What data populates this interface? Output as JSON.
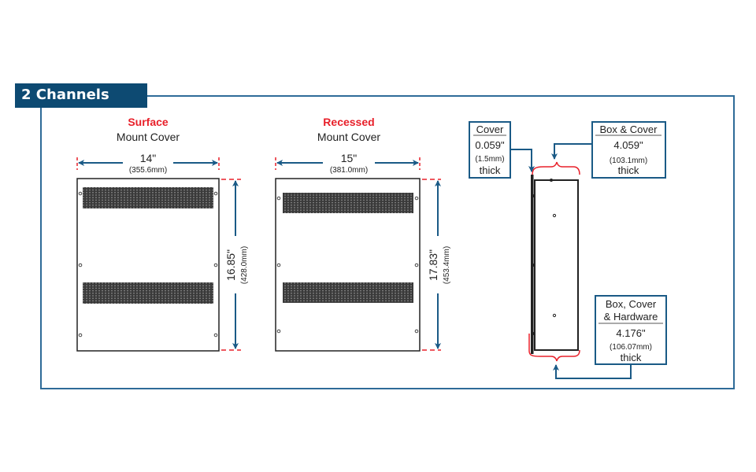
{
  "section_title": "2 Channels",
  "colors": {
    "brand_blue": "#0d4a72",
    "frame_blue": "#2e6b98",
    "accent_red": "#e8202a",
    "arrow_blue": "#1a5a86",
    "panel_stroke": "#222222",
    "text": "#222222"
  },
  "surface_cover": {
    "title_accent": "Surface",
    "title_rest": "Mount Cover",
    "width_in": "14\"",
    "width_mm": "(355.6mm)",
    "height_in": "16.85\"",
    "height_mm": "(428.0mm)"
  },
  "recessed_cover": {
    "title_accent": "Recessed",
    "title_rest": "Mount Cover",
    "width_in": "15\"",
    "width_mm": "(381.0mm)",
    "height_in": "17.83\"",
    "height_mm": "(453.4mm)"
  },
  "side_view": {
    "cover_box": {
      "heading": "Cover",
      "value_in": "0.059\"",
      "value_mm": "(1.5mm)",
      "suffix": "thick"
    },
    "box_cover_box": {
      "heading": "Box & Cover",
      "value_in": "4.059\"",
      "value_mm": "(103.1mm)",
      "suffix": "thick"
    },
    "hardware_box": {
      "heading_line1": "Box, Cover",
      "heading_line2": "& Hardware",
      "value_in": "4.176\"",
      "value_mm": "(106.07mm)",
      "suffix": "thick"
    }
  },
  "icons": {
    "vent_grille": "perforated-vent-icon",
    "screw": "screw-hole-icon",
    "dimension_arrow": "double-arrow-icon",
    "brace": "curly-brace-icon"
  }
}
